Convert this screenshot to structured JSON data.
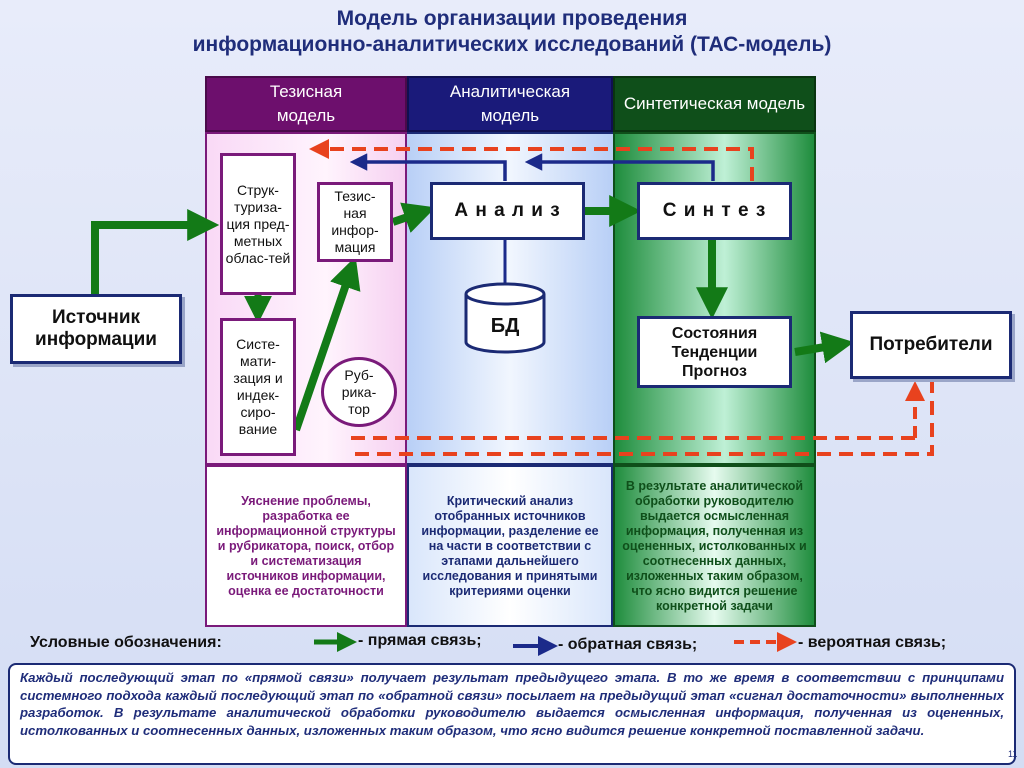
{
  "title": {
    "line1": "Модель организации проведения",
    "line2": "информационно-аналитических исследований (ТАС-модель)"
  },
  "columns": {
    "thesis": {
      "header": "Тезисная модель",
      "description": "Уяснение проблемы, разработка ее информационной структуры и рубрикатора, поиск, отбор и систематизация источников информации, оценка ее достаточности"
    },
    "analytic": {
      "header": "Аналитическая модель",
      "description": "Критический анализ отобранных источников информации, разделение ее на части в соответствии с этапами дальнейшего исследования и принятыми критериями оценки"
    },
    "synthetic": {
      "header": "Синтетическая модель",
      "description": "В результате аналитической обработки руководителю выдается осмысленная информация, полученная из оцененных, истолкованных и соотнесенных данных, изложенных таким образом, что ясно видится решение конкретной задачи"
    }
  },
  "nodes": {
    "source": "Источник информации",
    "structuring": "Струк-туриза-ция пред-метных облас-тей",
    "systematization": "Систе-мати-зация и индек-сиро-вание",
    "thesis_info": "Тезис-ная инфор-мация",
    "rubricator": "Руб-рика-тор",
    "analysis": "А н а л и з",
    "db": "БД",
    "synthesis": "С и н т е з",
    "states": "Состояния Тенденции Прогноз",
    "consumers": "Потребители"
  },
  "legend": {
    "label": "Условные обозначения:",
    "direct": "- прямая связь;",
    "feedback": "- обратная связь;",
    "probable": "- вероятная связь;"
  },
  "note": "Каждый последующий этап по «прямой связи» получает результат предыдущего этапа. В то же время в соответствии с принципами системного подхода каждый последующий этап по «обратной связи» посылает на предыдущий этап «сигнал достаточности» выполненных разработок. В результате аналитической обработки руководителю выдается осмысленная информация, полученная из оцененных, истолкованных и соотнесенных данных, изложенных таким образом, что ясно видится решение конкретной поставленной задачи.",
  "page_number": "11",
  "colors": {
    "thesis": "#6d0f6d",
    "analytic": "#1a1a7a",
    "synthetic": "#0f4f1a",
    "direct_arrow": "#137a17",
    "feedback_arrow": "#1b2a8a",
    "probable_arrow": "#e8421e"
  }
}
